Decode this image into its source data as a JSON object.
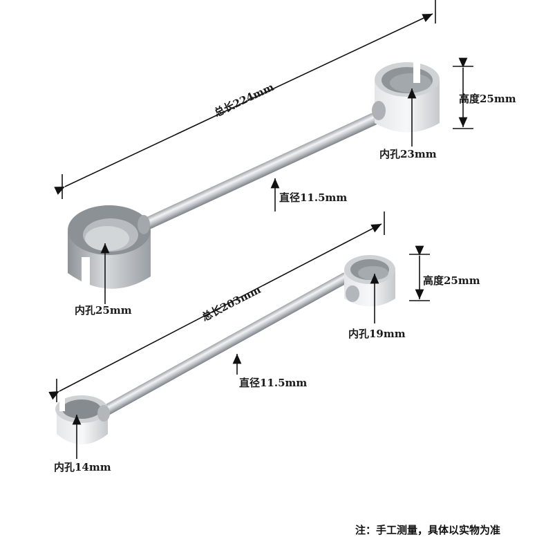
{
  "upper_rod": {
    "total_length_label": "总长224mm",
    "height_label": "高度25mm",
    "right_hole_label": "内孔23mm",
    "diameter_label": "直径11.5mm",
    "left_hole_label": "内孔25mm"
  },
  "lower_rod": {
    "total_length_label": "总长203mm",
    "height_label": "高度25mm",
    "right_hole_label": "内孔19mm",
    "diameter_label": "直径11.5mm",
    "left_hole_label": "内孔14mm"
  },
  "footnote": "注：手工测量，具体以实物为准",
  "colors": {
    "background": "#ffffff",
    "metal": "#b9bdc2",
    "metal_dark": "#7a7f85",
    "annotation": "#111111"
  }
}
